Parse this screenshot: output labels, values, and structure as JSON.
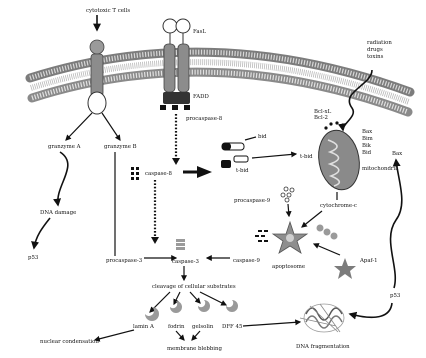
{
  "labels": {
    "cytotoxic_t_cells": "cytotoxic T cells",
    "fasl": "FasL",
    "fadd": "FADD",
    "procaspase8": "procaspase-8",
    "radiation": "radiation\ndrugs\ntoxins",
    "bcl": "Bcl-xL\nBcl-2",
    "bax_group": "Bax\nBim\nBik\nBid",
    "granzyme_a": "granzyme A",
    "granzyme_b": "granzyme B",
    "bid": "bid",
    "tbid_left": "t-bid",
    "tbid_right": "t-bid",
    "caspase8": "caspase-8",
    "mitochondria": "mitochondria",
    "dna_damage": "DNA damage",
    "procaspase9": "procaspase-9",
    "cytochrome_c": "cytochrome-c",
    "p53_left": "p53",
    "procaspase3": "procaspase-3",
    "caspase3": "caspase-3",
    "caspase9": "caspase-9",
    "apoptosome": "apoptosome",
    "apaf1": "Apaf-1",
    "cleavage": "cleavage of cellular substrates",
    "bax_right": "Bax",
    "lamin": "lamin A",
    "fodrin": "fodrin",
    "gelsolin": "gelsolin",
    "dff45": "DFF 45",
    "p53_right": "p53",
    "nuclear": "nuclear condensation",
    "membrane": "membrane blebbing",
    "dna_frag": "DNA fragmentation"
  },
  "colors": {
    "membrane_head": "#9a9a9a",
    "receptor": "#8c8c8c",
    "mito": "#7a7a7a",
    "ink": "#111111"
  }
}
